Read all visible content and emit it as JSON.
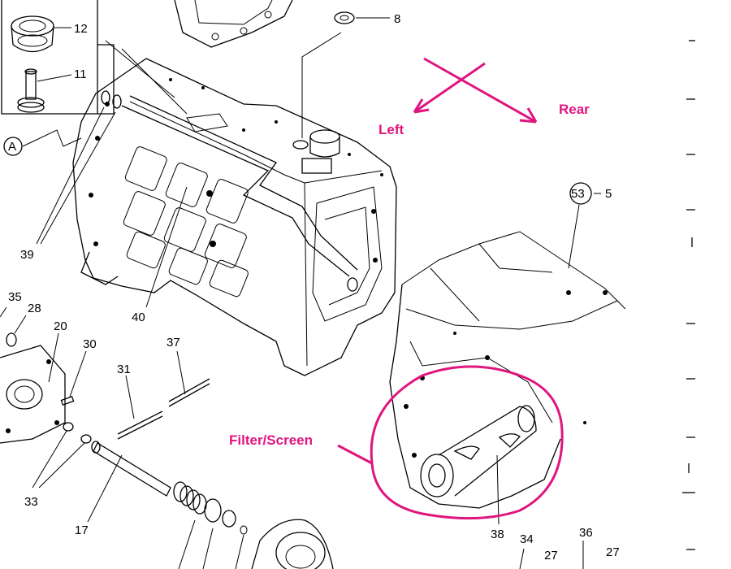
{
  "annotations": {
    "left": "Left",
    "rear": "Rear",
    "filter": "Filter/Screen",
    "color": "#e0157f"
  },
  "callouts": {
    "c12": "12",
    "c11": "11",
    "c8": "8",
    "cA": "A",
    "c39": "39",
    "c40": "40",
    "c53": "53",
    "c5": "5",
    "c35": "35",
    "c28": "28",
    "c20": "20",
    "c30": "30",
    "c31": "31",
    "c37": "37",
    "c33": "33",
    "c17": "17",
    "c38": "38",
    "c34": "34",
    "c27a": "27",
    "c36": "36",
    "c27b": "27"
  }
}
